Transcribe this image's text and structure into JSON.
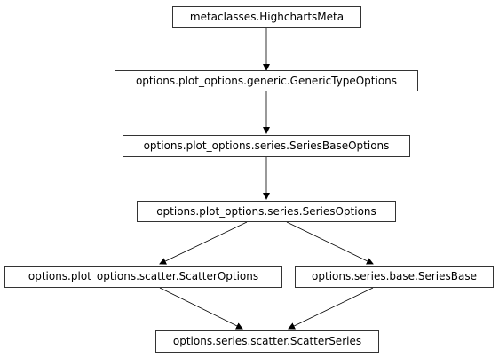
{
  "nodes": {
    "highcharts_meta": "metaclasses.HighchartsMeta",
    "generic_type_options": "options.plot_options.generic.GenericTypeOptions",
    "series_base_options": "options.plot_options.series.SeriesBaseOptions",
    "series_options": "options.plot_options.series.SeriesOptions",
    "scatter_options": "options.plot_options.scatter.ScatterOptions",
    "series_base": "options.series.base.SeriesBase",
    "scatter_series": "options.series.scatter.ScatterSeries"
  },
  "edges": [
    {
      "from": "metaclasses.HighchartsMeta",
      "to": "options.plot_options.generic.GenericTypeOptions"
    },
    {
      "from": "options.plot_options.generic.GenericTypeOptions",
      "to": "options.plot_options.series.SeriesBaseOptions"
    },
    {
      "from": "options.plot_options.series.SeriesBaseOptions",
      "to": "options.plot_options.series.SeriesOptions"
    },
    {
      "from": "options.plot_options.series.SeriesOptions",
      "to": "options.plot_options.scatter.ScatterOptions"
    },
    {
      "from": "options.plot_options.series.SeriesOptions",
      "to": "options.series.base.SeriesBase"
    },
    {
      "from": "options.plot_options.scatter.ScatterOptions",
      "to": "options.series.scatter.ScatterSeries"
    },
    {
      "from": "options.series.base.SeriesBase",
      "to": "options.series.scatter.ScatterSeries"
    }
  ],
  "colors": {
    "border": "#333333",
    "edge": "#000000",
    "background": "#ffffff"
  }
}
